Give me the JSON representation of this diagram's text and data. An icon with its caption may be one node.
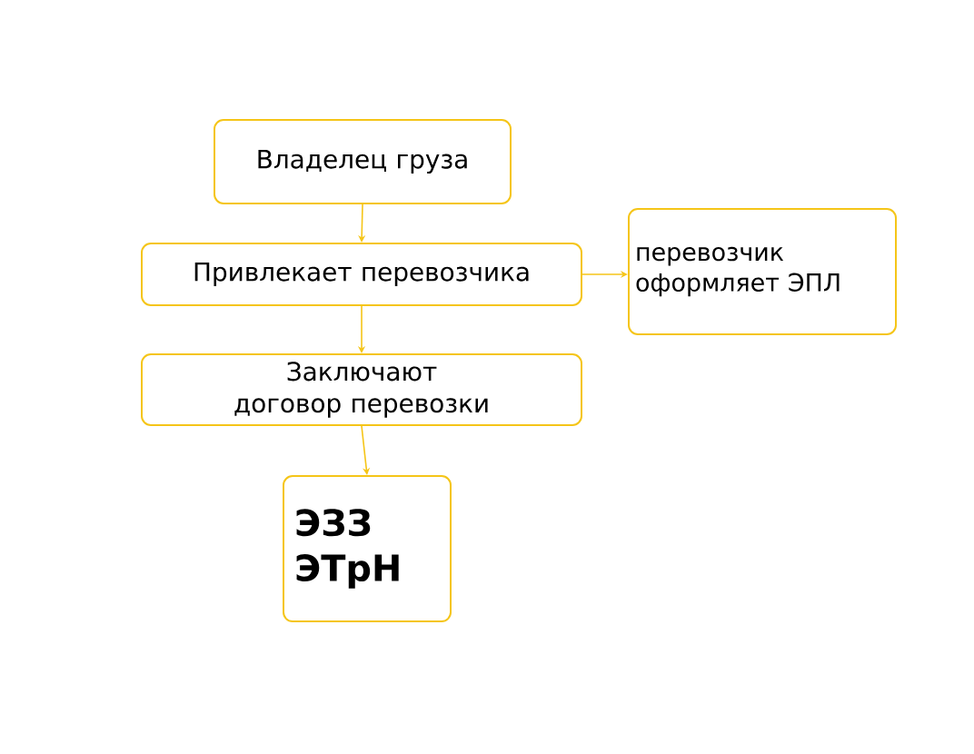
{
  "diagram": {
    "nodes": [
      {
        "text": [
          "Владелец груза"
        ]
      },
      {
        "text": [
          "Привлекает перевозчика"
        ]
      },
      {
        "text": [
          "перевозчик оформляет ЭПЛ"
        ]
      },
      {
        "text": [
          "Заключают договор перевозки"
        ]
      },
      {
        "text": [
          "ЭЗЗ ЭТрН"
        ]
      }
    ],
    "edges": [
      {
        "from": 0,
        "to": 1,
        "arrow": "to"
      },
      {
        "from": 1,
        "to": 2,
        "arrow": "to"
      },
      {
        "from": 1,
        "to": 3,
        "arrow": "to"
      },
      {
        "from": 3,
        "to": 4,
        "arrow": "to"
      }
    ]
  }
}
